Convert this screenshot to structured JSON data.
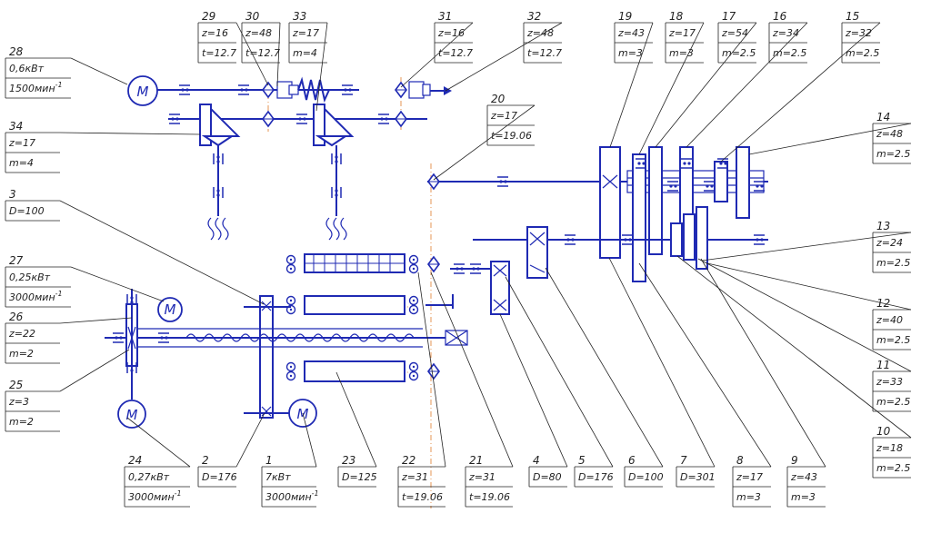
{
  "motor_symbol": "M",
  "colors": {
    "mechanism": "#1f2ab3",
    "centerline": "#e07a2a",
    "text": "#222222"
  },
  "callouts": [
    {
      "id": "28",
      "p1": "0,6кВт",
      "p2": "1500мин",
      "sup": "-1"
    },
    {
      "id": "34",
      "p1": "z=17",
      "p2": "m=4"
    },
    {
      "id": "3",
      "p1": "D=100"
    },
    {
      "id": "27",
      "p1": "0,25кВт",
      "p2": "3000мин",
      "sup": "-1"
    },
    {
      "id": "26",
      "p1": "z=22",
      "p2": "m=2"
    },
    {
      "id": "25",
      "p1": "z=3",
      "p2": "m=2"
    },
    {
      "id": "29",
      "p1": "z=16",
      "p2": "t=12.7"
    },
    {
      "id": "30",
      "p1": "z=48",
      "p2": "t=12.7"
    },
    {
      "id": "33",
      "p1": "z=17",
      "p2": "m=4"
    },
    {
      "id": "31",
      "p1": "z=16",
      "p2": "t=12.7"
    },
    {
      "id": "32",
      "p1": "z=48",
      "p2": "t=12.7"
    },
    {
      "id": "20",
      "p1": "z=17",
      "p2": "t=19.06"
    },
    {
      "id": "19",
      "p1": "z=43",
      "p2": "m=3"
    },
    {
      "id": "18",
      "p1": "z=17",
      "p2": "m=3"
    },
    {
      "id": "17",
      "p1": "z=54",
      "p2": "m=2.5"
    },
    {
      "id": "16",
      "p1": "z=34",
      "p2": "m=2.5"
    },
    {
      "id": "15",
      "p1": "z=32",
      "p2": "m=2.5"
    },
    {
      "id": "14",
      "p1": "z=48",
      "p2": "m=2.5"
    },
    {
      "id": "13",
      "p1": "z=24",
      "p2": "m=2.5"
    },
    {
      "id": "12",
      "p1": "z=40",
      "p2": "m=2.5"
    },
    {
      "id": "11",
      "p1": "z=33",
      "p2": "m=2.5"
    },
    {
      "id": "10",
      "p1": "z=18",
      "p2": "m=2.5"
    },
    {
      "id": "24",
      "p1": "0,27кВт",
      "p2": "3000мин",
      "sup": "-1"
    },
    {
      "id": "2",
      "p1": "D=176"
    },
    {
      "id": "1",
      "p1": "7кВт",
      "p2": "3000мин",
      "sup": "-1"
    },
    {
      "id": "23",
      "p1": "D=125"
    },
    {
      "id": "22",
      "p1": "z=31",
      "p2": "t=19.06"
    },
    {
      "id": "21",
      "p1": "z=31",
      "p2": "t=19.06"
    },
    {
      "id": "4",
      "p1": "D=80"
    },
    {
      "id": "5",
      "p1": "D=176"
    },
    {
      "id": "6",
      "p1": "D=100"
    },
    {
      "id": "7",
      "p1": "D=301"
    },
    {
      "id": "8",
      "p1": "z=17",
      "p2": "m=3"
    },
    {
      "id": "9",
      "p1": "z=43",
      "p2": "m=3"
    }
  ]
}
